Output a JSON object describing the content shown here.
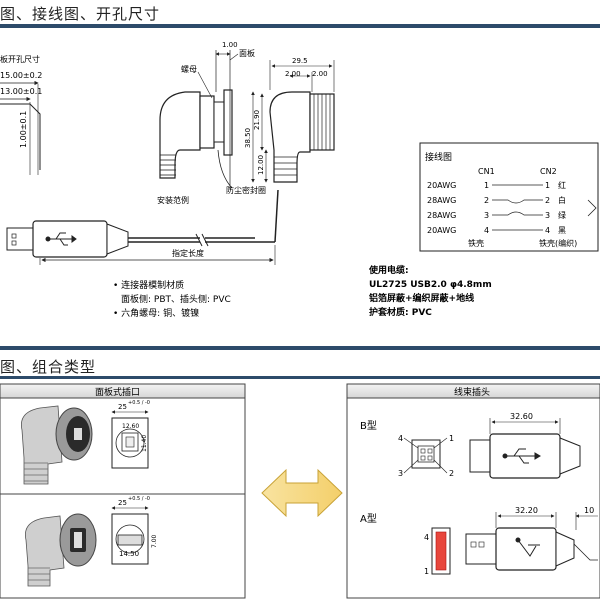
{
  "titles": {
    "top": "图、接线图、开孔尺寸",
    "bottom": "图、组合类型"
  },
  "cutout": {
    "label": "板开孔尺寸",
    "dim_outer": "15.00±0.2",
    "dim_inner": "13.00±0.1",
    "dim_vertical": "1.00±0.1"
  },
  "drawing": {
    "nut": "螺母",
    "panel": "面板",
    "panel_thickness": "1.00",
    "width_total": "29.5",
    "width_a": "2.00",
    "width_b": "2.00",
    "height_a": "21.90",
    "height_b": "38.50",
    "height_c": "12.00",
    "mount_range": "安装范例",
    "dust_cap": "防尘密封圈",
    "length": "指定长度"
  },
  "materials": {
    "line1": "• 连接器模制材质",
    "line2": "面板侧: PBT、插头侧: PVC",
    "line3": "• 六角螺母: 铜、镀镍"
  },
  "wiring": {
    "title": "接线图",
    "cn1": "CN1",
    "cn2": "CN2",
    "rows": [
      {
        "awg": "20AWG",
        "left": "1",
        "right": "1",
        "color": "红"
      },
      {
        "awg": "28AWG",
        "left": "2",
        "right": "2",
        "color": "白"
      },
      {
        "awg": "28AWG",
        "left": "3",
        "right": "3",
        "color": "绿"
      },
      {
        "awg": "20AWG",
        "left": "4",
        "right": "4",
        "color": "黑"
      }
    ],
    "shell_left": "铁壳",
    "shell_right": "铁壳(编织)"
  },
  "cable": {
    "line1": "使用电缆:",
    "line2": "UL2725 USB2.0 φ4.8mm",
    "line3": "铝箔屏蔽+编织屏蔽+地线",
    "line4": "护套材质: PVC"
  },
  "bottom": {
    "left_header": "面板式插口",
    "right_header": "线束插头",
    "b_type": "B型",
    "a_type": "A型",
    "b_dim_top": "25",
    "b_tol": "+0.5 / -0",
    "b_inner_w": "12.60",
    "b_inner_h": "11.40",
    "a_dim_top": "25",
    "a_tol": "+0.5 / -0",
    "a_inner_w": "14.50",
    "a_inner_h": "7.00",
    "b_len": "32.60",
    "a_len": "32.20",
    "a_len2": "10",
    "pin1": "1",
    "pin2": "2",
    "pin3": "3",
    "pin4": "4"
  }
}
